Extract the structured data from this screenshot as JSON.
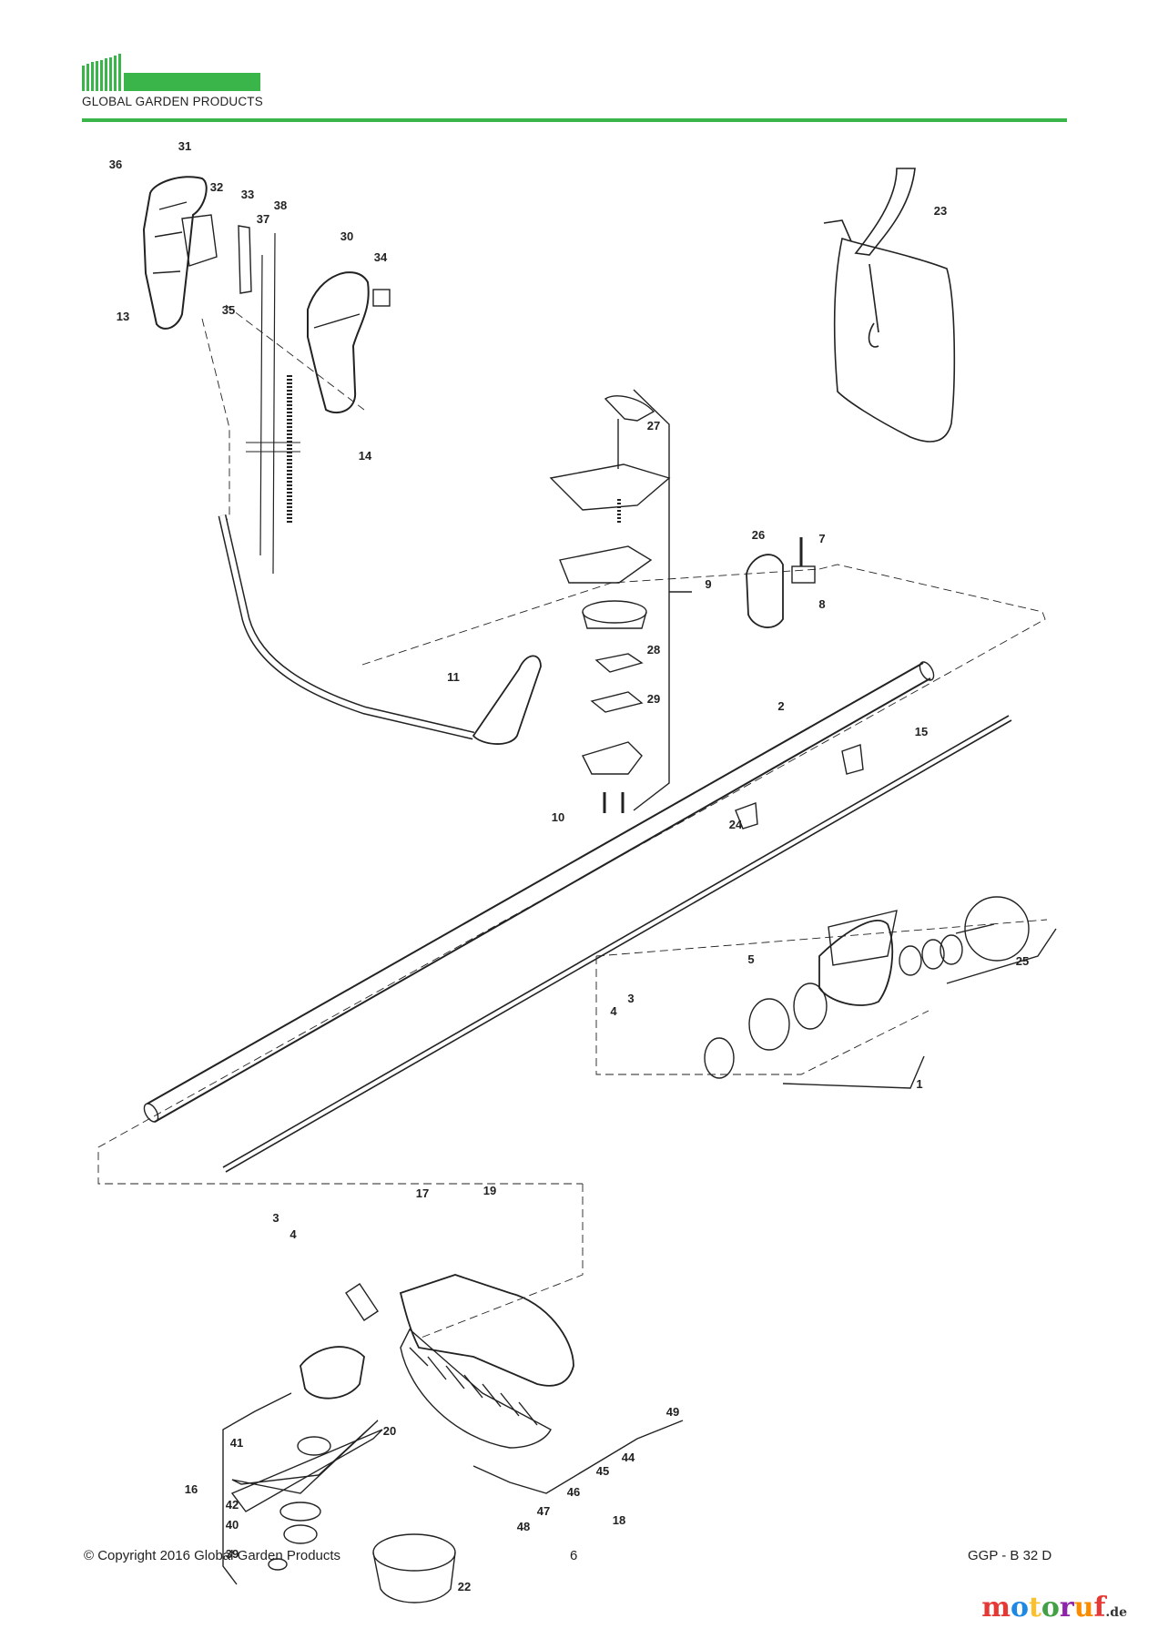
{
  "header": {
    "brand": "GLOBAL GARDEN PRODUCTS",
    "accent_color": "#39b54a"
  },
  "footer": {
    "copyright": "© Copyright 2016 Global Garden Products",
    "page_number": "6",
    "model": "GGP - B 32 D"
  },
  "watermark": {
    "part1": "motoruf",
    "part2": ".de",
    "colors": [
      "#e53935",
      "#1e88e5",
      "#fbc02d",
      "#43a047",
      "#8e24aa",
      "#fb8c00",
      "#e53935"
    ]
  },
  "part_labels": [
    "1",
    "2",
    "3",
    "4",
    "5",
    "7",
    "8",
    "9",
    "10",
    "11",
    "13",
    "14",
    "15",
    "16",
    "17",
    "18",
    "19",
    "20",
    "22",
    "23",
    "24",
    "25",
    "26",
    "27",
    "28",
    "29",
    "30",
    "31",
    "32",
    "33",
    "34",
    "35",
    "36",
    "37",
    "38",
    "39",
    "40",
    "41",
    "42",
    "44",
    "45",
    "46",
    "47",
    "48",
    "49"
  ]
}
